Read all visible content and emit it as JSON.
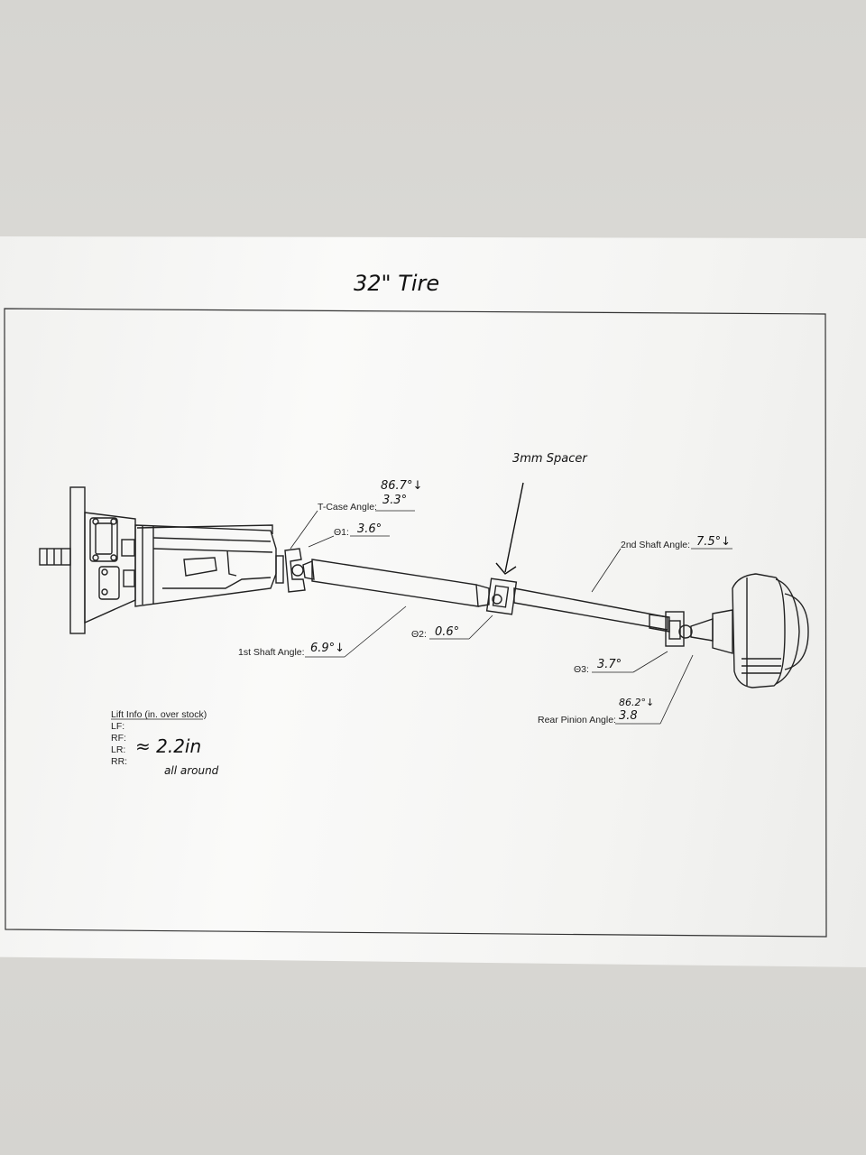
{
  "title": "32\" Tire",
  "spacer_note": "3mm Spacer",
  "labels": {
    "tcase_angle": "T-Case Angle:",
    "theta1": "Θ1:",
    "second_shaft_angle": "2nd Shaft Angle:",
    "first_shaft_angle": "1st Shaft Angle:",
    "theta2": "Θ2:",
    "theta3": "Θ3:",
    "rear_pinion_angle": "Rear Pinion Angle:"
  },
  "values": {
    "tcase_top": "86.7°↓",
    "tcase_angle": "3.3°",
    "theta1": "3.6°",
    "second_shaft_angle": "7.5°↓",
    "first_shaft_angle": "6.9°↓",
    "theta2": "0.6°",
    "theta3": "3.7°",
    "rear_pinion_top": "86.2°↓",
    "rear_pinion_angle": "3.8"
  },
  "lift_info": {
    "title": "Lift Info (in. over stock)",
    "rows": [
      "LF:",
      "RF:",
      "LR:",
      "RR:"
    ],
    "handwritten_value": "≈ 2.2in",
    "handwritten_note": "all around"
  },
  "colors": {
    "ink": "#222222",
    "pencil": "#111111",
    "paper": "#f7f7f5",
    "floor": "#d8d7d3"
  }
}
